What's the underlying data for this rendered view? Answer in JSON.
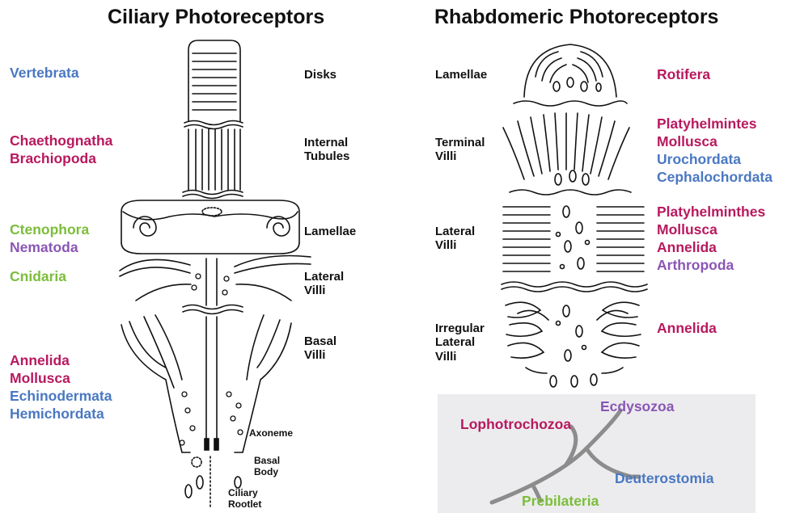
{
  "titles": {
    "ciliary": "Ciliary Photoreceptors",
    "rhabdomeric": "Rhabdomeric Photoreceptors"
  },
  "colors": {
    "deuterostome_blue": "#4a78c2",
    "lophotrochozoa_magenta": "#b8195e",
    "prebilateria_green": "#7cbd3a",
    "ecdysozoa_purple": "#8a56b5",
    "tree_branch_gray": "#8c8c8c",
    "tree_background": "#ececee"
  },
  "ciliary": {
    "taxa": {
      "vertebrata": "Vertebrata",
      "chaethognatha": "Chaethognatha",
      "brachiopoda": "Brachiopoda",
      "ctenophora": "Ctenophora",
      "nematoda": "Nematoda",
      "cnidaria": "Cnidaria",
      "annelida": "Annelida",
      "mollusca": "Mollusca",
      "echinodermata": "Echinodermata",
      "hemichordata": "Hemichordata"
    },
    "structures": {
      "disks": "Disks",
      "internal_tubules_1": "Internal",
      "internal_tubules_2": "Tubules",
      "lamellae": "Lamellae",
      "lateral_villi_1": "Lateral",
      "lateral_villi_2": "Villi",
      "basal_villi_1": "Basal",
      "basal_villi_2": "Villi",
      "axoneme": "Axoneme",
      "basal_body_1": "Basal",
      "basal_body_2": "Body",
      "ciliary_rootlet_1": "Ciliary",
      "ciliary_rootlet_2": "Rootlet"
    }
  },
  "rhabdomeric": {
    "structures": {
      "lamellae": "Lamellae",
      "terminal_villi_1": "Terminal",
      "terminal_villi_2": "Villi",
      "lateral_villi_1": "Lateral",
      "lateral_villi_2": "Villi",
      "irregular_1": "Irregular",
      "irregular_2": "Lateral",
      "irregular_3": "Villi"
    },
    "taxa": {
      "rotifera": "Rotifera",
      "platyhelmintes": "Platyhelmintes",
      "mollusca_1": "Mollusca",
      "urochordata": "Urochordata",
      "cephalochordata": "Cephalochordata",
      "platyhelminthes": "Platyhelminthes",
      "mollusca_2": "Mollusca",
      "annelida_1": "Annelida",
      "arthropoda": "Arthropoda",
      "annelida_2": "Annelida"
    }
  },
  "phylogeny": {
    "ecdysozoa": "Ecdysozoa",
    "lophotrochozoa": "Lophotrochozoa",
    "deuterostomia": "Deuterostomia",
    "prebilateria": "Prebilateria"
  }
}
